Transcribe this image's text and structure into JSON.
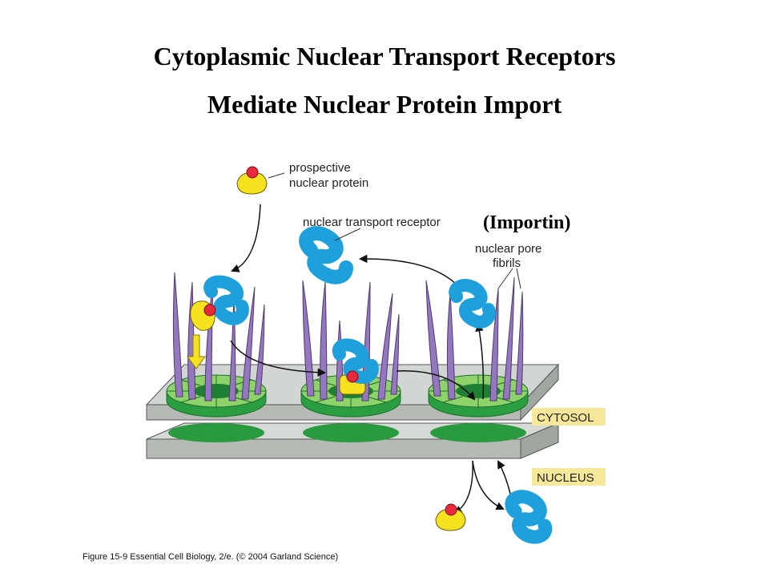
{
  "title": {
    "line1": "Cytoplasmic Nuclear Transport  Receptors",
    "line2": "Mediate Nuclear Protein Import"
  },
  "labels": {
    "prospective_line1": "prospective",
    "prospective_line2": "nuclear protein",
    "receptor": "nuclear transport receptor",
    "importin": "(Importin)",
    "fibrils_line1": "nuclear pore",
    "fibrils_line2": "fibrils",
    "cytosol": "CYTOSOL",
    "nucleus": "NUCLEUS"
  },
  "caption": "Figure 15-9  Essential Cell Biology, 2/e. (© 2004 Garland Science)",
  "colors": {
    "receptor": "#1ea0dc",
    "cargo": "#f5e11e",
    "nls_dot": "#e8283c",
    "fibril": "#8a6bb0",
    "pore_ring": "#3cb44b",
    "pore_ring_light": "#8ed36a",
    "membrane": "#c8cdc8",
    "label_box": "#f5e89a"
  }
}
